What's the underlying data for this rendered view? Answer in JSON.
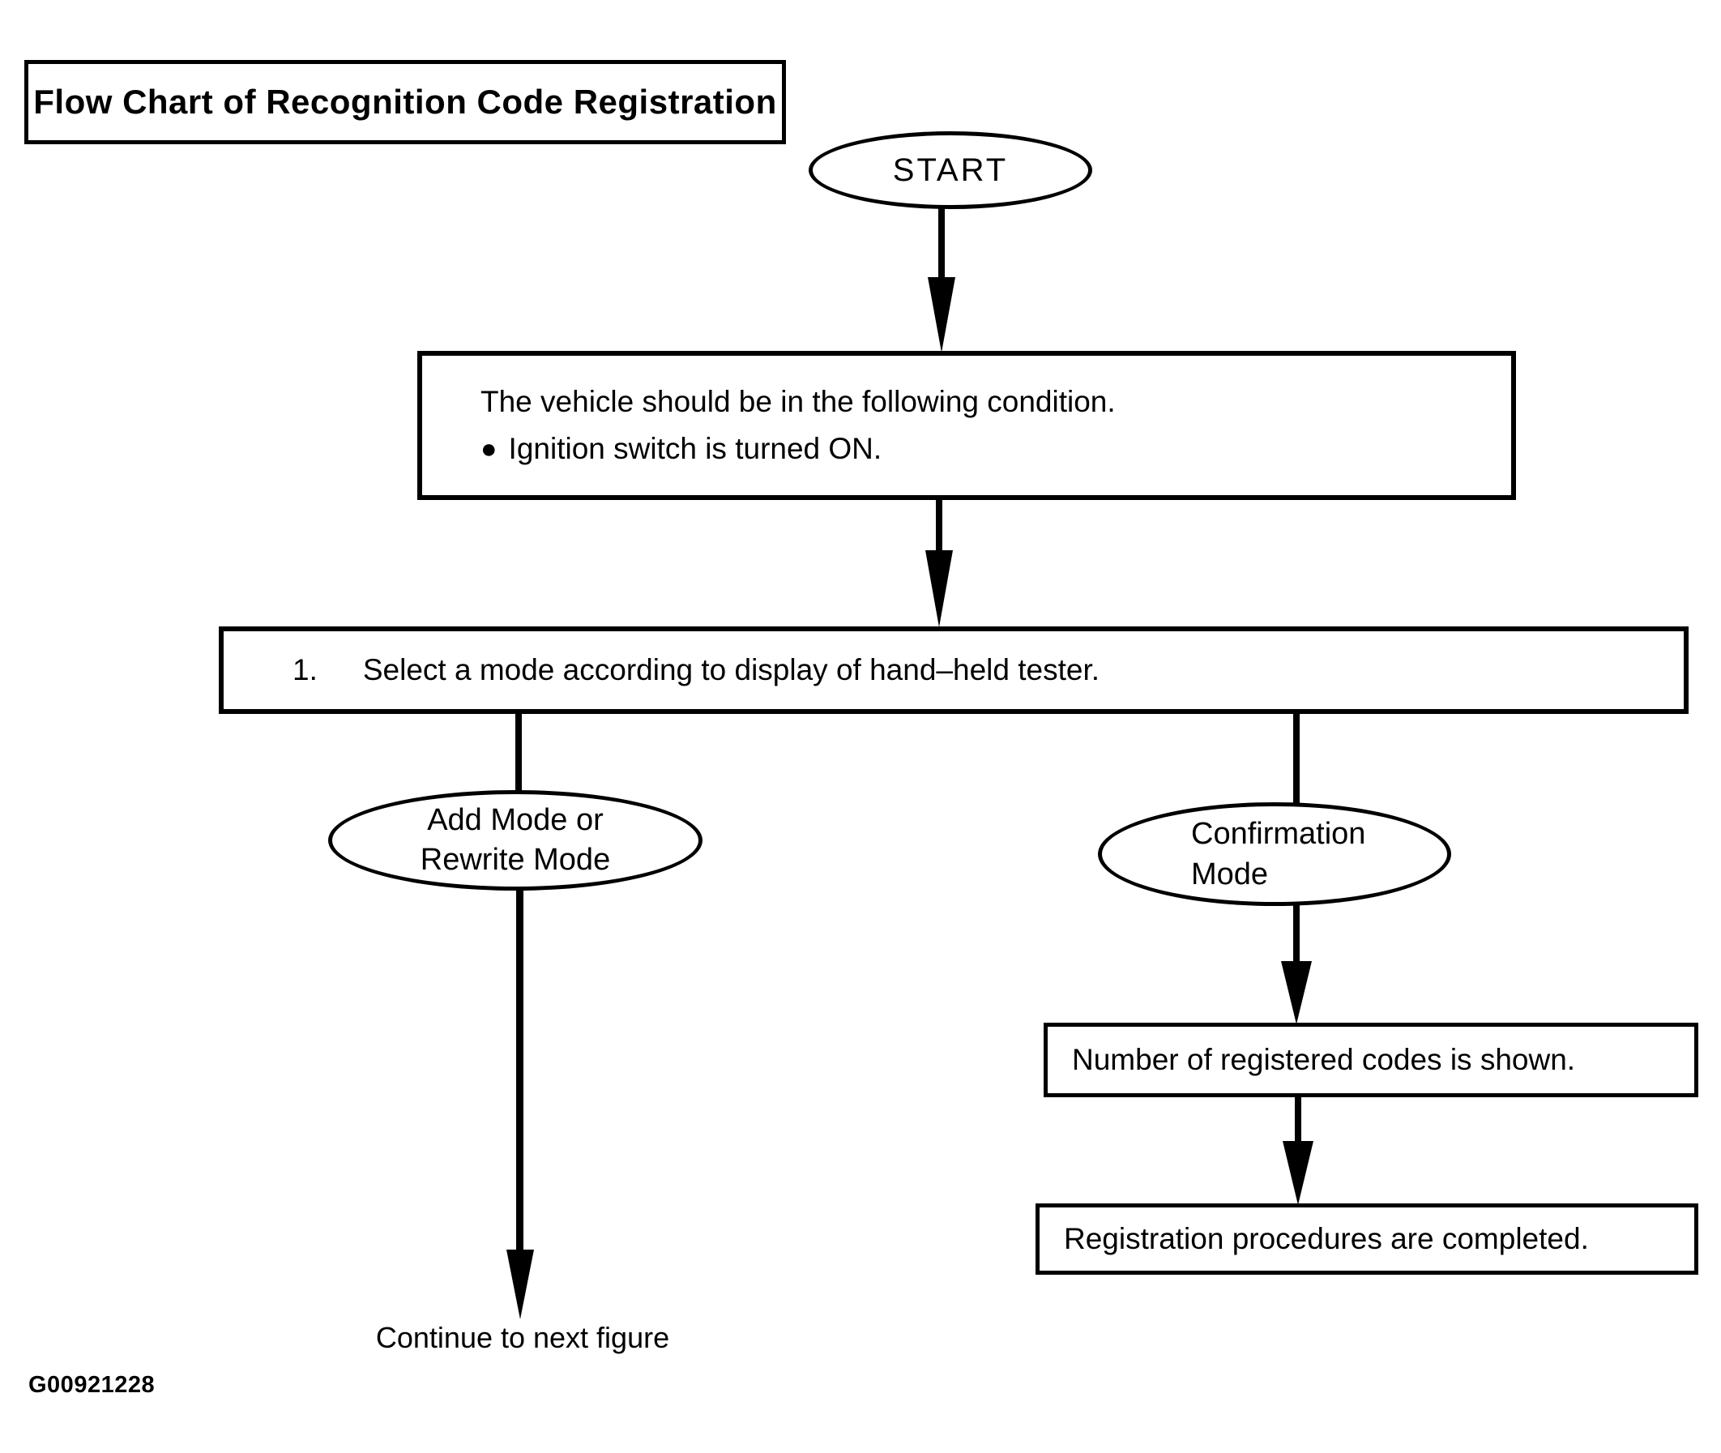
{
  "page": {
    "background_color": "#ffffff",
    "ink_color": "#000000"
  },
  "header": {
    "title": "Flow Chart of Recognition Code Registration"
  },
  "flow": {
    "start": {
      "label": "START"
    },
    "vehicle_condition_box": {
      "line1": "The vehicle should be in the following condition.",
      "bullet": "●",
      "bullet_item": "Ignition switch is turned ON."
    },
    "select_mode_box": {
      "step_number": "1.",
      "text": "Select a mode according to display of hand–held tester."
    },
    "add_rewrite_ellipse": {
      "line1": "Add Mode or",
      "line2": "Rewrite Mode"
    },
    "confirmation_ellipse": {
      "line1": "Confirmation",
      "line2": "Mode"
    },
    "registered_codes_box": {
      "text": "Number of registered codes is shown."
    },
    "completed_box": {
      "text": "Registration procedures are completed."
    },
    "continue_label": "Continue to next figure"
  },
  "footer": {
    "figure_code": "G00921228"
  }
}
